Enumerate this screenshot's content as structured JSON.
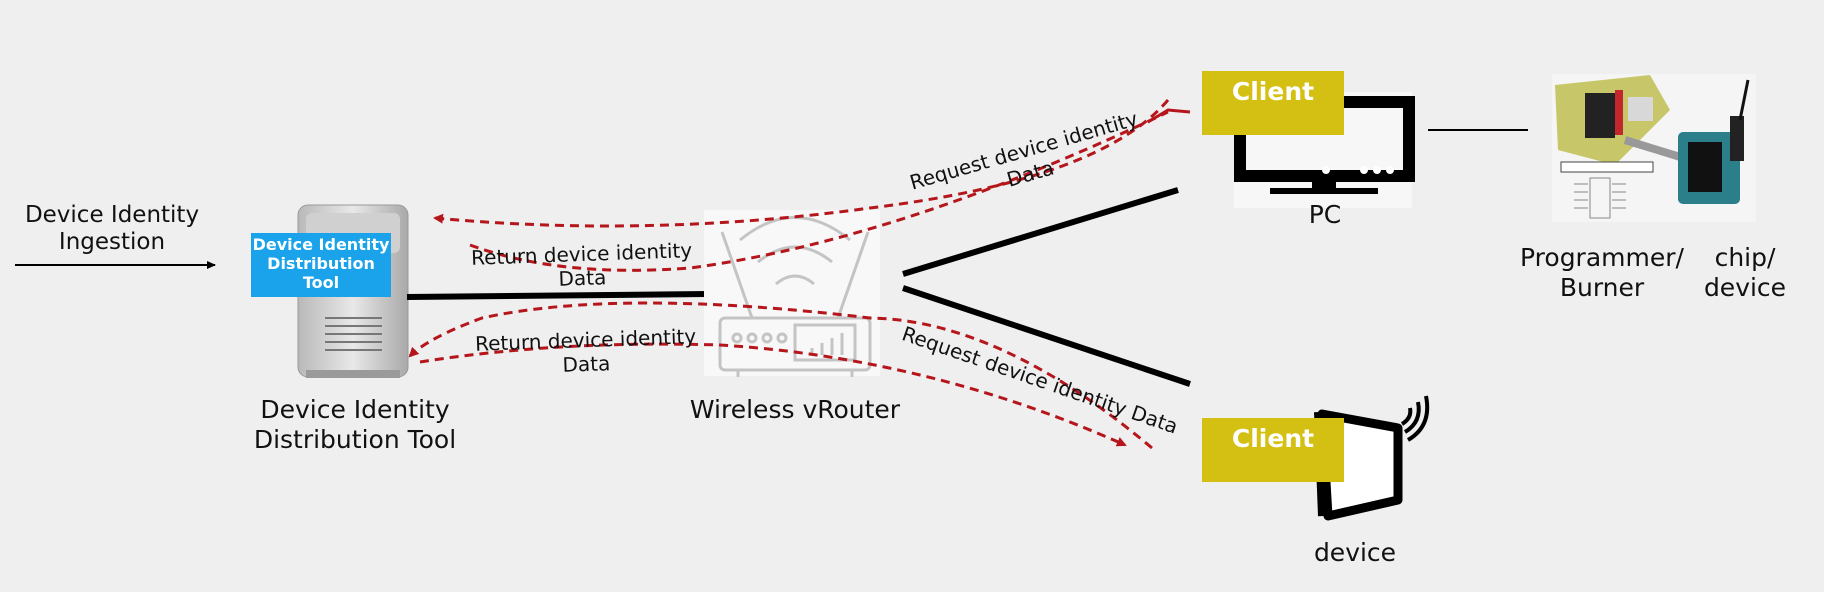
{
  "ingestion": {
    "line1": "Device Identity",
    "line2": "Ingestion"
  },
  "tool": {
    "badge_line1": "Device Identity",
    "badge_line2": "Distribution",
    "badge_line3": "Tool",
    "caption_line1": "Device Identity",
    "caption_line2": "Distribution Tool"
  },
  "router": {
    "caption": "Wireless vRouter"
  },
  "pc_client": {
    "badge": "Client",
    "caption": "PC"
  },
  "device_client": {
    "badge": "Client",
    "caption": "device"
  },
  "programmer": {
    "line1": "Programmer/",
    "line2": "Burner",
    "chip_line1": "chip/",
    "chip_line2": "device"
  },
  "flows": {
    "upper_return_line1": "Return device identity",
    "upper_return_line2": "Data",
    "lower_return_line1": "Return device identity",
    "lower_return_line2": "Data",
    "upper_request_line1": "Request device identity",
    "upper_request_line2": "Data",
    "lower_request": "Request device identity Data"
  },
  "colors": {
    "flow": "#b5161b",
    "badge_client": "#d4c012",
    "badge_tool": "#1aa3ea",
    "connector": "#000000"
  }
}
